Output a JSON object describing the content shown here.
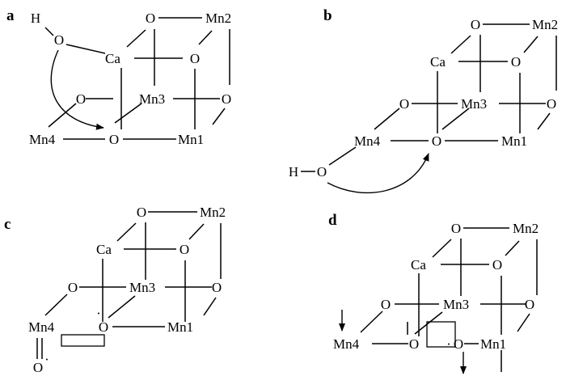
{
  "panels": [
    {
      "id": "a",
      "label": "a"
    },
    {
      "id": "b",
      "label": "b"
    },
    {
      "id": "c",
      "label": "c"
    },
    {
      "id": "d",
      "label": "d"
    }
  ],
  "atoms": {
    "o": "O",
    "h": "H",
    "ca": "Ca",
    "mn1": "Mn1",
    "mn2": "Mn2",
    "mn3": "Mn3",
    "mn4": "Mn4"
  },
  "radical_dot": "·"
}
